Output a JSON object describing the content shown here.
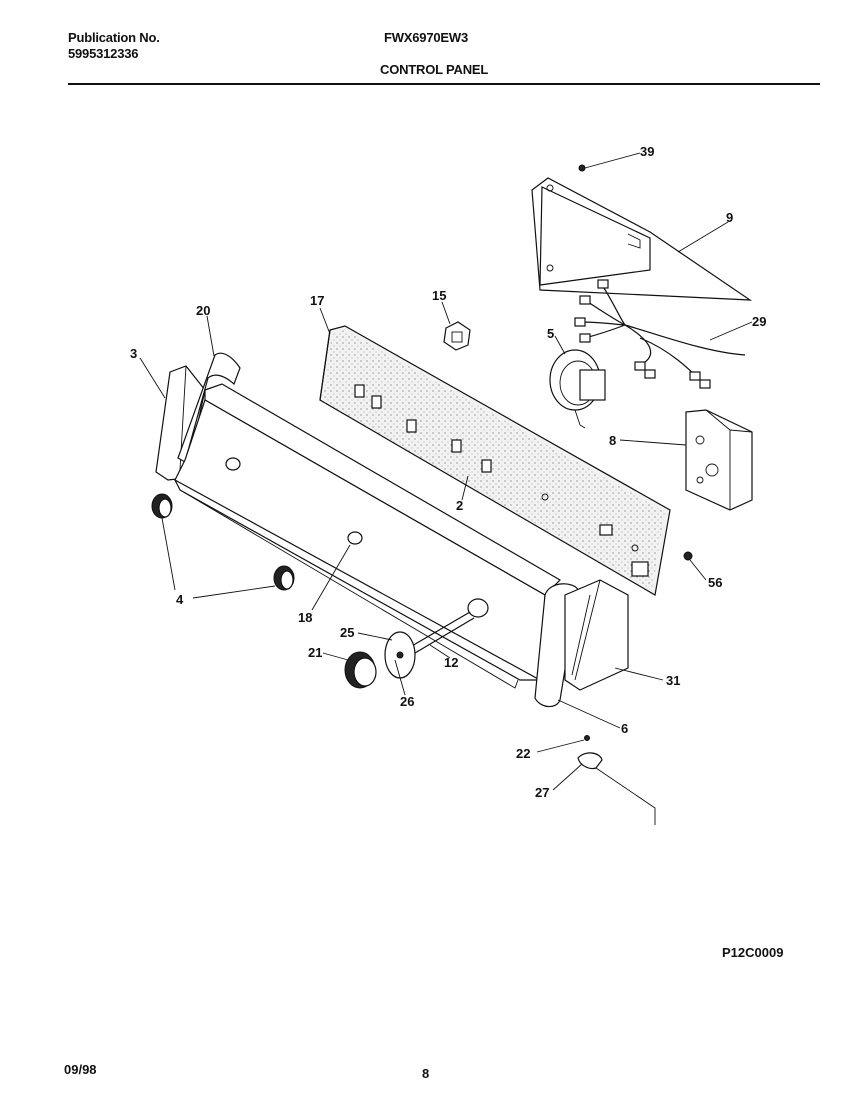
{
  "header": {
    "publication_label": "Publication No.",
    "publication_number": "5995312336",
    "model": "FWX6970EW3",
    "section": "CONTROL PANEL"
  },
  "diagram_code": "P12C0009",
  "footer": {
    "date": "09/98",
    "page": "8"
  },
  "callouts": [
    "39",
    "9",
    "20",
    "17",
    "15",
    "29",
    "3",
    "5",
    "8",
    "2",
    "4",
    "56",
    "18",
    "25",
    "21",
    "12",
    "31",
    "26",
    "6",
    "22",
    "27"
  ]
}
